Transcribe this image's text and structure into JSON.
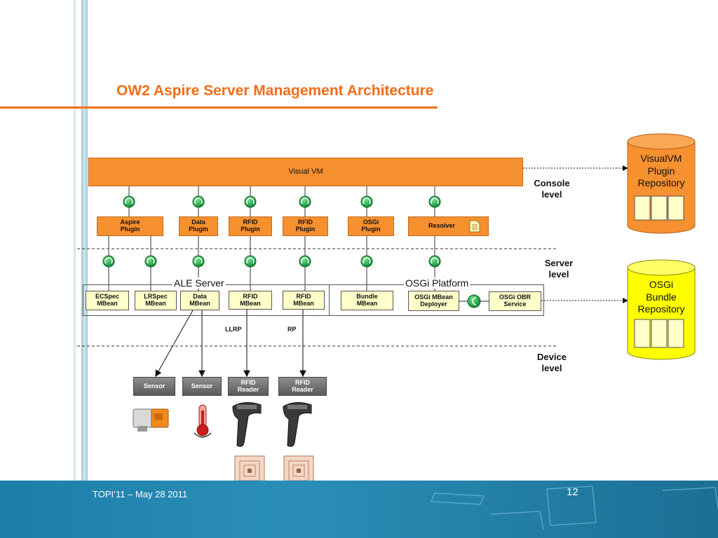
{
  "slide": {
    "title": "OW2 Aspire Server Management Architecture",
    "footer_text": "TOPI’11 – May 28 2011",
    "page_number": "12"
  },
  "console_bar": {
    "label": "Visual VM"
  },
  "plugins": [
    {
      "label": "Aspire\nPlugin"
    },
    {
      "label": "Data\nPlugin"
    },
    {
      "label": "RFID\nPlugin"
    },
    {
      "label": "RFID\nPlugin"
    },
    {
      "label": "OSGi\nPlugin"
    },
    {
      "label": "Resolver"
    }
  ],
  "regions": {
    "ale_server": "ALE Server",
    "osgi_platform": "OSGi Platform"
  },
  "mbeans": [
    {
      "label": "ECSpec\nMBean"
    },
    {
      "label": "LRSpec\nMBean"
    },
    {
      "label": "Data\nMBean"
    },
    {
      "label": "RFID\nMBean"
    },
    {
      "label": "RFID\nMBean"
    },
    {
      "label": "Bundle\nMBean"
    },
    {
      "label": "OSGi MBean\nDeployer"
    },
    {
      "label": "OSGi OBR\nService"
    }
  ],
  "protocols": {
    "llrp": "LLRP",
    "rp": "RP"
  },
  "devices": [
    {
      "label": "Sensor"
    },
    {
      "label": "Sensor"
    },
    {
      "label": "RFID\nReader"
    },
    {
      "label": "RFID\nReader"
    }
  ],
  "levels": {
    "console": "Console\nlevel",
    "server": "Server\nlevel",
    "device": "Device\nlevel"
  },
  "repositories": {
    "visualvm": {
      "label": "VisualVM\nPlugin\nRepository",
      "color": "#f7902f"
    },
    "osgi": {
      "label": "OSGi\nBundle\nRepository",
      "color": "#ffff00"
    }
  },
  "colors": {
    "accent": "#f26d17",
    "connector": "#0a9a3a",
    "footer": "#1d7ea8"
  }
}
